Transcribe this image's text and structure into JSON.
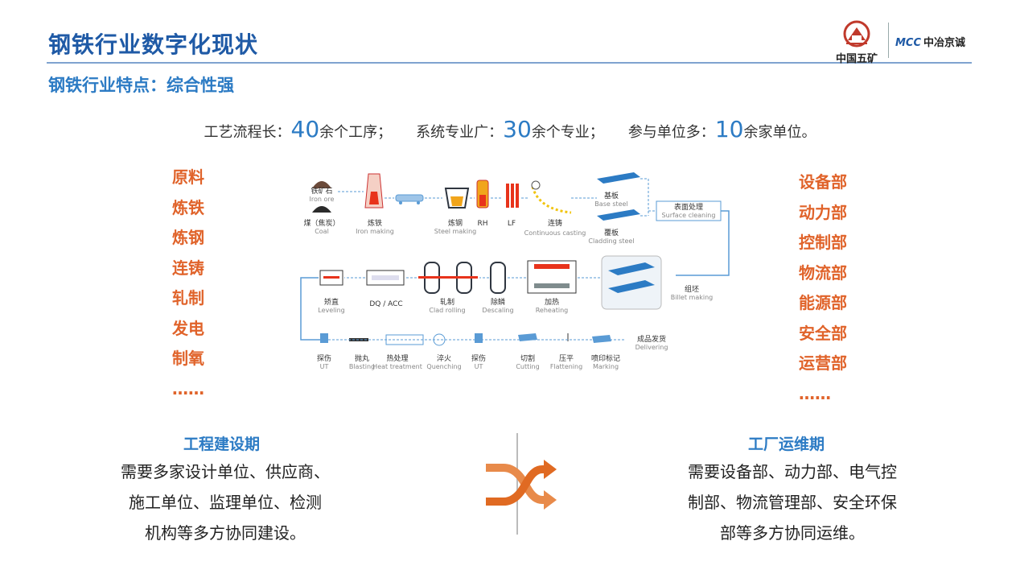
{
  "header": {
    "title": "钢铁行业数字化现状",
    "subtitle": "钢铁行业特点：综合性强"
  },
  "logos": {
    "minmetals": "中国五矿",
    "mcc_prefix": "MCC",
    "mcc_name": "中冶京诚"
  },
  "stats": [
    {
      "label": "工艺流程长：",
      "num": "40",
      "suffix": "余个工序；"
    },
    {
      "label": "系统专业广：",
      "num": "30",
      "suffix": "余个专业；"
    },
    {
      "label": "参与单位多：",
      "num": "10",
      "suffix": "余家单位。"
    }
  ],
  "left_list": [
    "原料",
    "炼铁",
    "炼钢",
    "连铸",
    "轧制",
    "发电",
    "制氧",
    "……"
  ],
  "right_list": [
    "设备部",
    "动力部",
    "控制部",
    "物流部",
    "能源部",
    "安全部",
    "运营部",
    "……"
  ],
  "diagram": {
    "row1": [
      {
        "cn": "铁矿石",
        "en": "Iron ore"
      },
      {
        "cn": "煤（焦炭）",
        "en": "Coal"
      },
      {
        "cn": "炼铁",
        "en": "Iron making"
      },
      {
        "cn": "炼钢",
        "en": "Steel making"
      },
      {
        "cn": "RH",
        "en": ""
      },
      {
        "cn": "LF",
        "en": ""
      },
      {
        "cn": "连铸",
        "en": "Continuous casting"
      },
      {
        "cn": "基板",
        "en": "Base steel"
      },
      {
        "cn": "覆板",
        "en": "Cladding steel"
      },
      {
        "cn": "表面处理",
        "en": "Surface cleaning"
      }
    ],
    "row2": [
      {
        "cn": "矫直",
        "en": "Leveling"
      },
      {
        "cn": "DQ / ACC",
        "en": ""
      },
      {
        "cn": "轧制",
        "en": "Clad rolling"
      },
      {
        "cn": "除鳞",
        "en": "Descaling"
      },
      {
        "cn": "加热",
        "en": "Reheating"
      },
      {
        "cn": "组坯",
        "en": "Billet making"
      }
    ],
    "row3": [
      {
        "cn": "探伤",
        "en": "UT"
      },
      {
        "cn": "抛丸",
        "en": "Blasting"
      },
      {
        "cn": "热处理",
        "en": "Heat treatment"
      },
      {
        "cn": "淬火",
        "en": "Quenching"
      },
      {
        "cn": "探伤",
        "en": "UT"
      },
      {
        "cn": "切割",
        "en": "Cutting"
      },
      {
        "cn": "压平",
        "en": "Flattening"
      },
      {
        "cn": "喷印标记",
        "en": "Marking"
      },
      {
        "cn": "成品发货",
        "en": "Delivering"
      }
    ]
  },
  "phase1": {
    "title": "工程建设期",
    "lines": [
      "需要多家设计单位、供应商、",
      "施工单位、监理单位、检测",
      "机构等多方协同建设。"
    ]
  },
  "phase2": {
    "title": "工厂运维期",
    "lines": [
      "需要设备部、动力部、电气控",
      "制部、物流管理部、安全环保",
      "部等多方协同运维。"
    ]
  },
  "colors": {
    "title_blue": "#1f5aa6",
    "accent_blue": "#2c7bc4",
    "orange": "#e0632a",
    "flow_blue": "#5a9bd5"
  }
}
